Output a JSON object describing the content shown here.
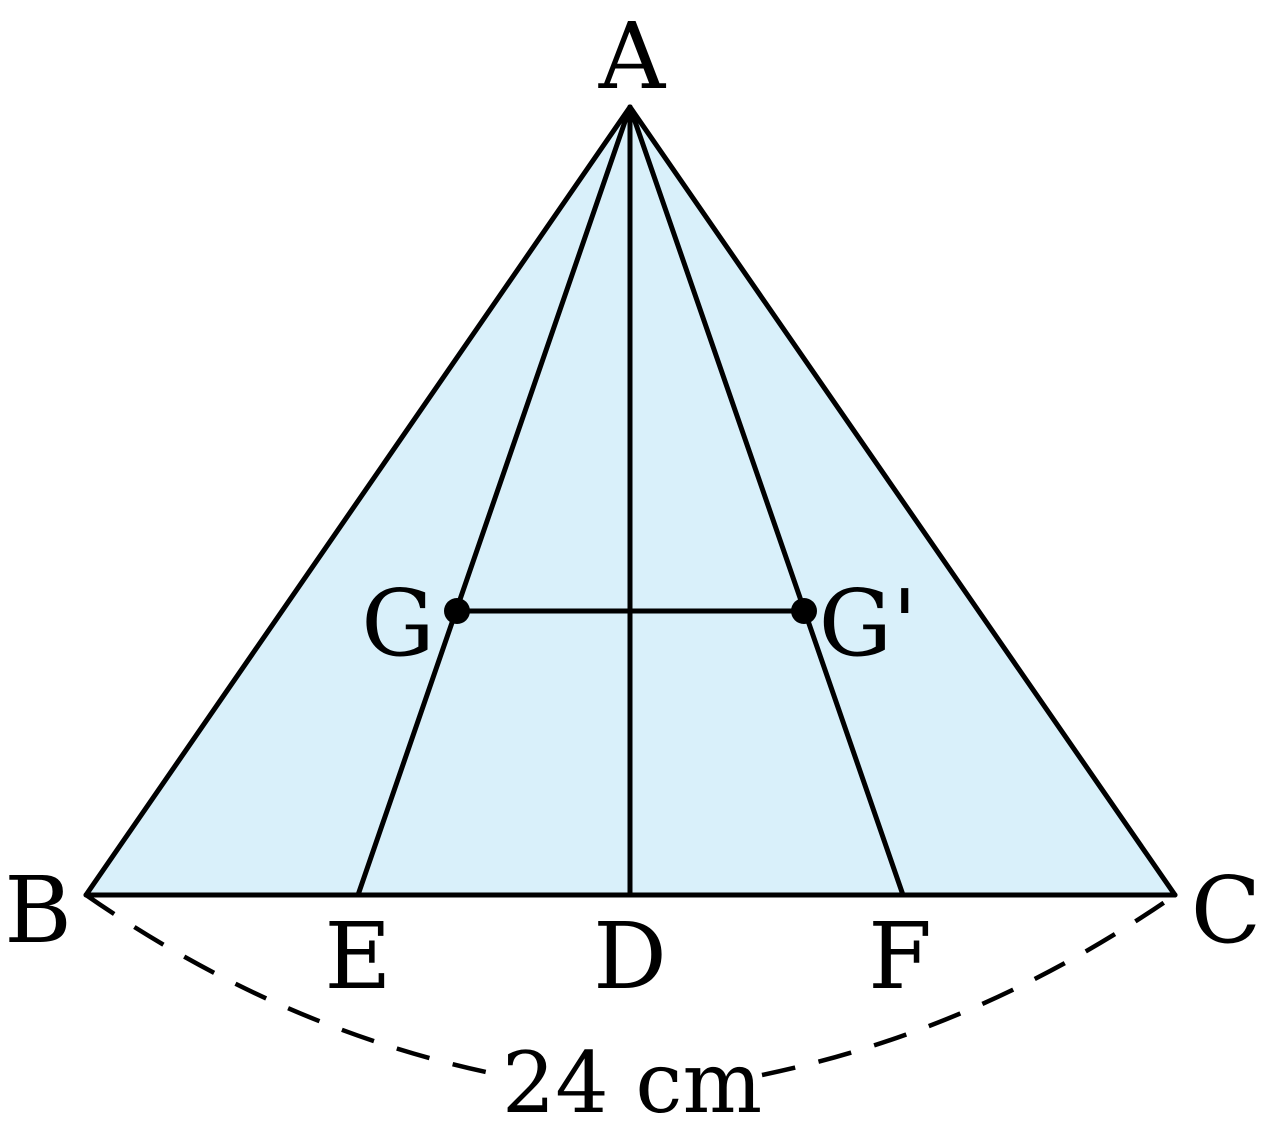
{
  "labels": {
    "A": "A",
    "B": "B",
    "C": "C",
    "D": "D",
    "E": "E",
    "F": "F",
    "G": "G",
    "G_prime": "G'"
  },
  "dimension": {
    "base_length": "24 cm"
  },
  "colors": {
    "fill": "#d9f0fa",
    "stroke": "#000000"
  }
}
